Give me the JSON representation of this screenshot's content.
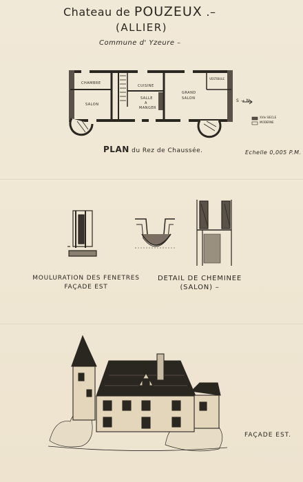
{
  "header": {
    "title_prefix": "Chateau de ",
    "title_name": "POUZEUX",
    "title_suffix": " .–",
    "department": "(ALLIER)",
    "commune": "Commune d' Yzeure –"
  },
  "plan": {
    "title_main": "PLAN",
    "title_rest": " du Rez de Chaussée.",
    "scale": "Echelle 0,005 P.M.",
    "orientation": "S → N",
    "rooms": {
      "chambre": "CHAMBRE",
      "salon": "SALON",
      "cuisine": "CUISINE",
      "salle_a_manger_1": "SALLE",
      "salle_a_manger_2": "A",
      "salle_a_manger_3": "MANGER",
      "grand_salon_1": "GRAND",
      "grand_salon_2": "SALON",
      "vestibule": "VESTIBULE"
    },
    "legend": [
      {
        "label": "XVIe SIECLE",
        "color": "#5a5249"
      },
      {
        "label": "MODERNE",
        "color": "#f1e9d8"
      }
    ]
  },
  "details": {
    "windows_caption_line1": "MOULURATION DES FENETRES",
    "windows_caption_line2": "FAÇADE EST",
    "chimney_caption_line1": "DETAIL DE CHEMINEE",
    "chimney_caption_line2": "(SALON) –"
  },
  "facade": {
    "label": "FAÇADE EST."
  },
  "colors": {
    "paper": "#efe7d6",
    "ink": "#2a2620"
  }
}
